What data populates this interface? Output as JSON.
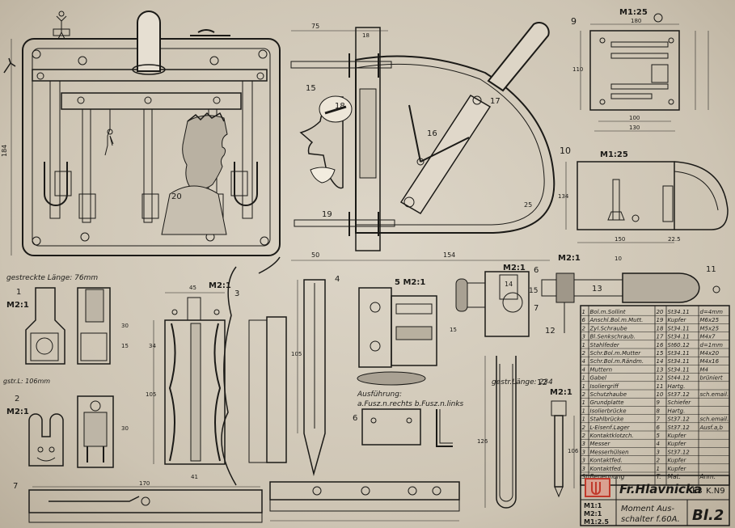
{
  "labels": {
    "m1_25_top": "M1:25",
    "m1_25_mid": "M1:25",
    "m2_1_a": "M2:1",
    "m2_1_b": "M2:1",
    "m2_1_c": "M2:1",
    "m2_1_d": "M2:1",
    "m2_1_e": "M2:1",
    "m2_1_f": "M2:1",
    "item_5_m21": "5 M2:1",
    "gestreckte": "gestreckte Länge: 76mm",
    "gstr1": "gstr.L: 106mm",
    "gestr2": "gestr.Länge: 234",
    "ausfuhrung_title": "Ausführung:",
    "ausfuhrung_line": "a.Fusz.n.rechts  b.Fusz.n.links",
    "n1": "1",
    "n2": "2",
    "n3": "3",
    "n4": "4",
    "n6": "6",
    "n6b": "6",
    "n7": "7",
    "n7b": "7",
    "n9": "9",
    "n10": "10",
    "n11": "11",
    "n12": "12",
    "n12b": "12",
    "n13": "13",
    "n14": "14",
    "n15": "15",
    "n16": "16",
    "n17": "17",
    "n18": "18",
    "n19": "19",
    "n20": "20"
  },
  "dims": {
    "d75": "75",
    "d18": "18",
    "d184": "184",
    "d50": "50",
    "d154": "154",
    "d25": "25",
    "d180": "180",
    "d130": "130",
    "d100": "100",
    "d110": "110",
    "d150": "150",
    "d134": "134",
    "d170": "170",
    "d45": "45",
    "d105": "105",
    "d30": "30",
    "d15": "15",
    "d126": "126",
    "d106": "106",
    "d34": "34",
    "d41": "41",
    "d10": "10",
    "d225": "22.5"
  },
  "parts_table": {
    "rows": [
      [
        "1",
        "Bol.m.Sollint",
        "20",
        "St34.11",
        "d=4mm"
      ],
      [
        "6",
        "Anschl.Bol.m.Mutt.",
        "19",
        "Kupfer",
        "M6x25"
      ],
      [
        "2",
        "Zyl.Schraube",
        "18",
        "St34.11",
        "M5x25"
      ],
      [
        "3",
        "Bl.Senkschraub.",
        "17",
        "St34.11",
        "M4x7"
      ],
      [
        "1",
        "Stahlfeder",
        "16",
        "St60.12",
        "d=1mm"
      ],
      [
        "2",
        "Schr.Bol.m.Mutter",
        "15",
        "St34.11",
        "M4x20"
      ],
      [
        "4",
        "Schr.Bol.m.Rändm.",
        "14",
        "St34.11",
        "M4x16"
      ],
      [
        "4",
        "Muttern",
        "13",
        "St34.11",
        "M4"
      ],
      [
        "1",
        "Gabel",
        "12",
        "St44.12",
        "brüniert"
      ],
      [
        "1",
        "Isoliergriff",
        "11",
        "Hartg.",
        ""
      ],
      [
        "2",
        "Schutzhaube",
        "10",
        "St37.12",
        "sch.email."
      ],
      [
        "1",
        "Grundplatte",
        "9",
        "Schiefer",
        ""
      ],
      [
        "1",
        "Isolierbrücke",
        "8",
        "Hartg.",
        ""
      ],
      [
        "1",
        "Stahlbrücke",
        "7",
        "St37.12",
        "sch.email."
      ],
      [
        "2",
        "L-Eisenf.Lager",
        "6",
        "St37.12",
        "Ausf.a,b"
      ],
      [
        "2",
        "Kontaktklotzch.",
        "5",
        "Kupfer",
        ""
      ],
      [
        "3",
        "Messer",
        "4",
        "Kupfer",
        ""
      ],
      [
        "3",
        "Messerhülsen",
        "3",
        "St37.12",
        ""
      ],
      [
        "3",
        "Kontaktfed.",
        "2",
        "Kupfer",
        ""
      ],
      [
        "3",
        "Kontaktfed.",
        "1",
        "Kupfer",
        ""
      ]
    ],
    "footer": [
      "St.",
      "Benennung",
      "T.",
      "Mat.",
      "Anm."
    ]
  },
  "title_block": {
    "author": "Fr.Hlavnicka",
    "class": "E3",
    "number": "K.N9",
    "scales": [
      "M1:1",
      "M2:1",
      "M1:2.5"
    ],
    "title_line1": "Moment Aus-",
    "title_line2": "schalter f.60A.",
    "sheet": "Bl.2"
  },
  "colors": {
    "ink": "#1b1a17",
    "paper": "#d8d0c2",
    "logo_red": "#c0392b"
  }
}
